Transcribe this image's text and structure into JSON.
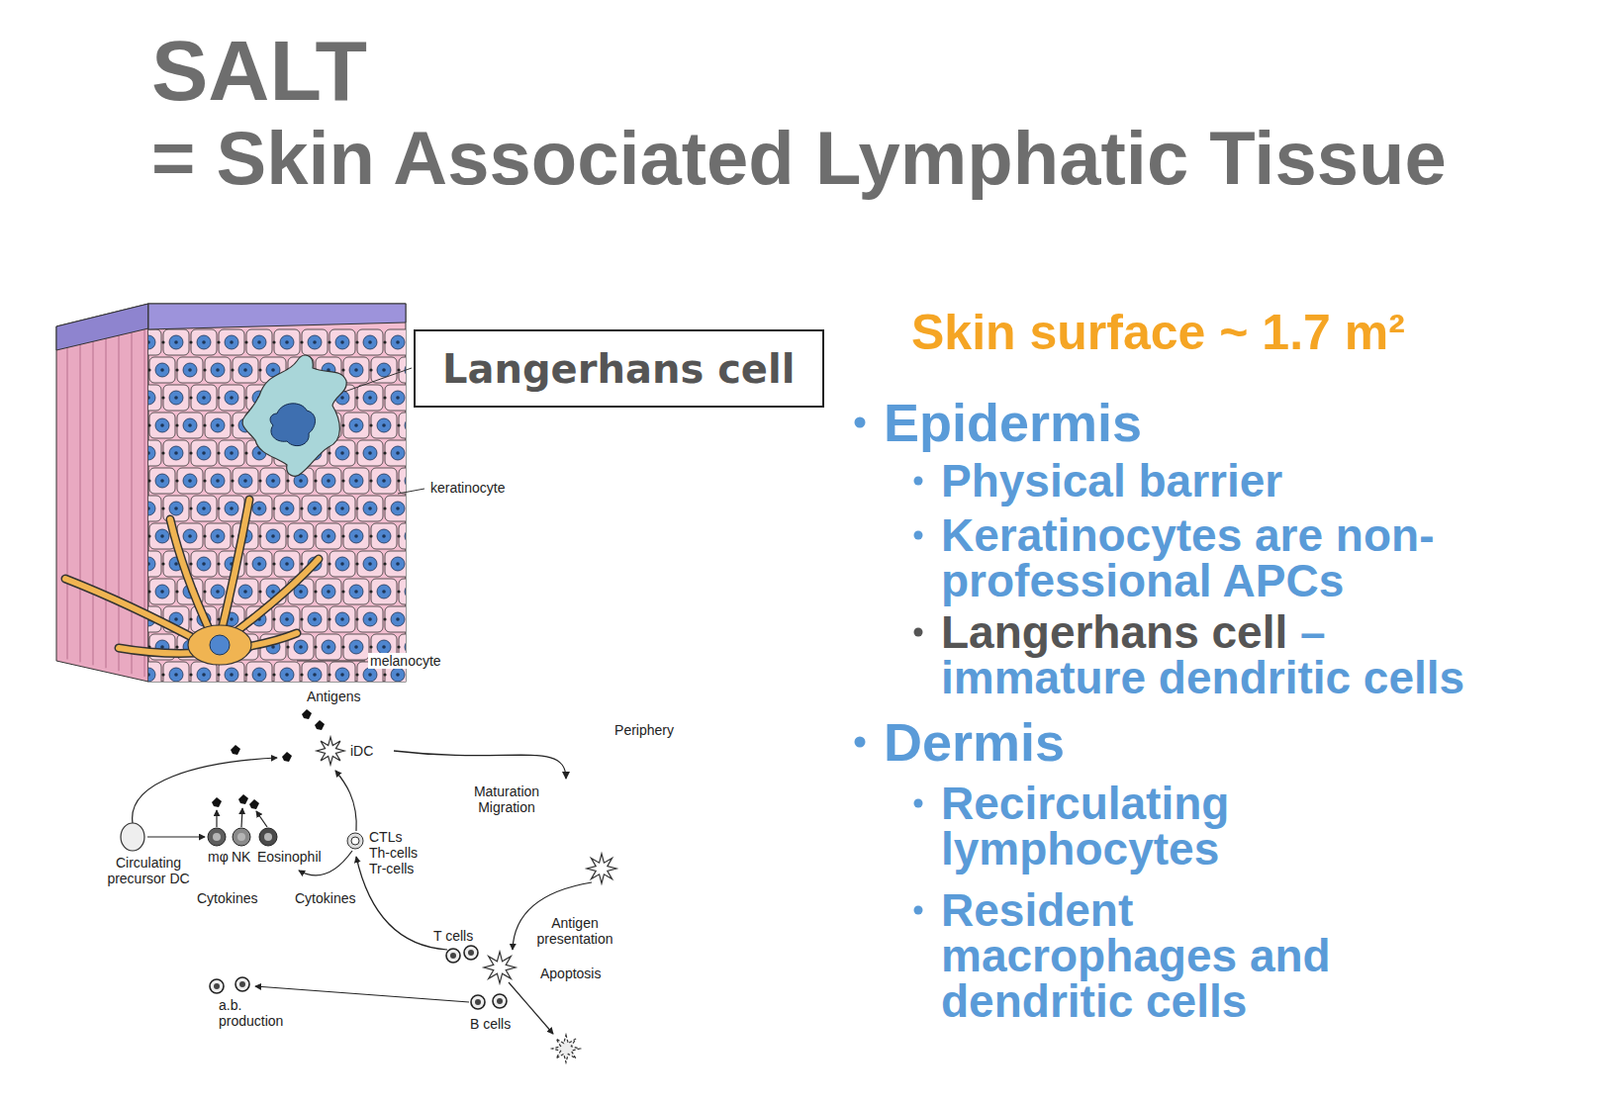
{
  "diagram": {
    "title": "SALT",
    "nodes": [
      {
        "text": [
          "Langerhans cell"
        ]
      },
      {
        "text": [
          "Periphery"
        ]
      },
      {
        "text": [
          "iDC"
        ],
        "in": 1
      },
      {
        "text": [
          "T cells",
          "Antigen presentation",
          "Apoptosis",
          "B cells"
        ]
      }
    ],
    "edges": [
      {
        "from": 2,
        "to": 3,
        "arrow": "to",
        "label": "Maturation Migration"
      }
    ],
    "labels": [
      "= Skin Associated Lymphatic Tissue",
      "Skin surface ~ 1.7 m²",
      "Epidermis",
      "Physical barrier",
      "Keratinocytes are non-professional APCs",
      "Langerhans cell",
      "– immature dendritic cells",
      "Dermis",
      "Recirculating lymphocytes",
      "Resident macrophages and dendritic cells",
      "keratinocyte",
      "melanocyte",
      "Antigens",
      "Circulating precursor DC",
      "mφ",
      "NK",
      "Eosinophil",
      "CTLs Th-cells Tr-cells",
      "Cytokines",
      "Cytokines",
      "a.b. production"
    ]
  }
}
